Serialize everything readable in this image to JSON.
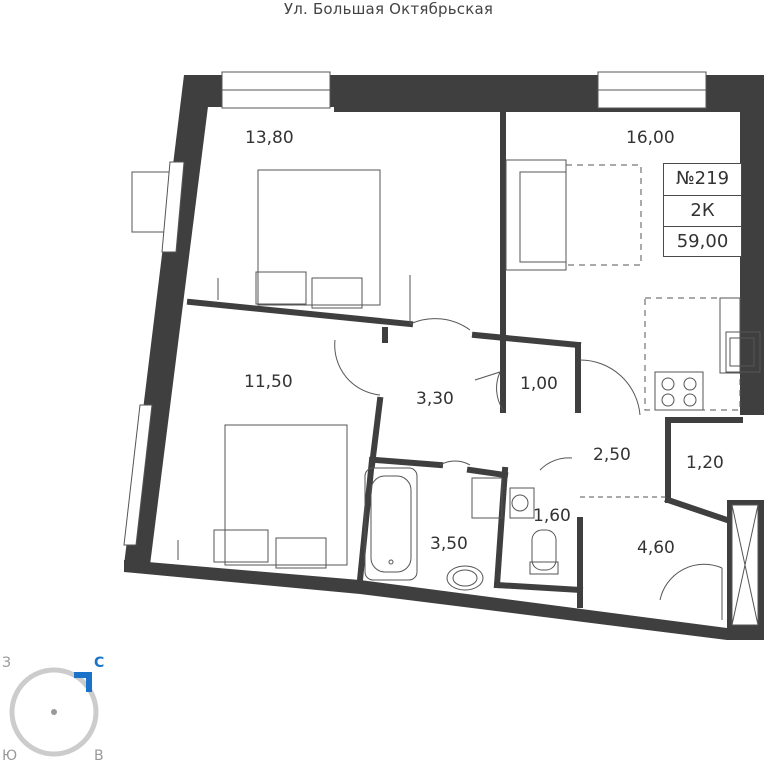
{
  "street_name": "Ул. Большая Октябрьская",
  "apartment": {
    "number": "№219",
    "type": "2К",
    "total_area": "59,00"
  },
  "rooms": {
    "bedroom_top": "13,80",
    "living_kitchen": "16,00",
    "bedroom_bottom": "11,50",
    "hall": "3,30",
    "closet": "1,00",
    "corridor": "2,50",
    "storage": "1,20",
    "bathroom": "3,50",
    "toilet": "1,60",
    "entrance_hall": "4,60"
  },
  "compass": {
    "north": "С",
    "west": "З",
    "south": "Ю",
    "east": "В"
  },
  "colors": {
    "wall": "#3f3f3f",
    "accent_north": "#1a73c9"
  }
}
